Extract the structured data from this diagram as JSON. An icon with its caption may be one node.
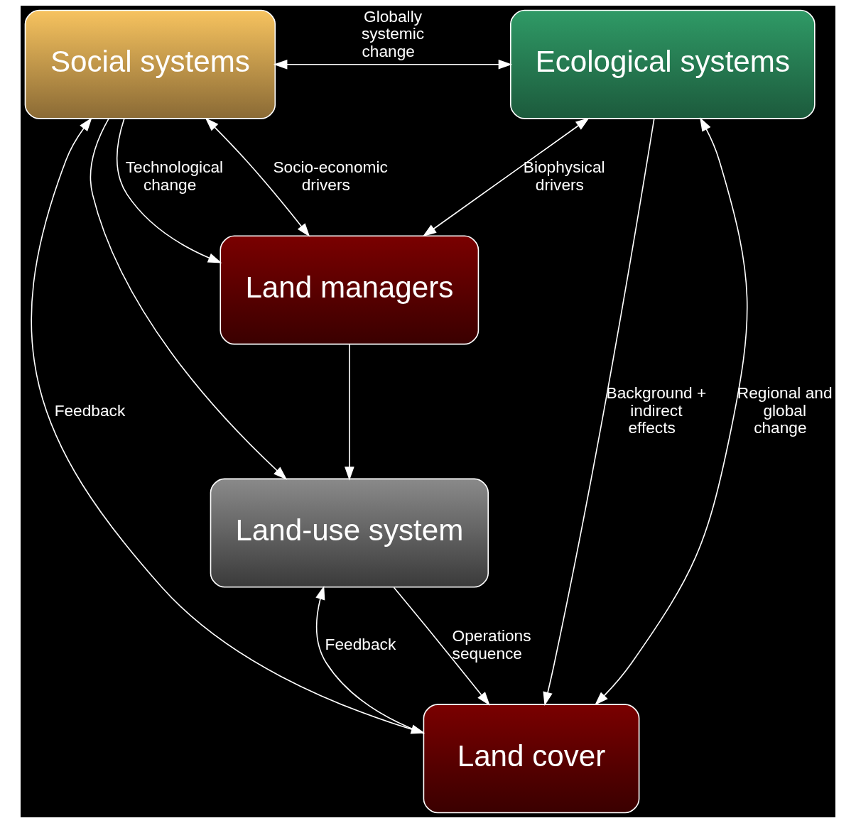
{
  "diagram": {
    "nodes": [
      {
        "text": [
          "Social systems"
        ]
      },
      {
        "text": [
          "Ecological systems"
        ]
      },
      {
        "text": [
          "Land managers"
        ]
      },
      {
        "text": [
          "Land-use system"
        ]
      },
      {
        "text": [
          "Land cover"
        ]
      }
    ],
    "edges": [
      {
        "from": 0,
        "to": 1,
        "arrow": "both",
        "label": "Globally systemic change"
      },
      {
        "from": 0,
        "to": 2,
        "arrow": "both",
        "label": "Socio-economic drivers"
      },
      {
        "from": 1,
        "to": 2,
        "arrow": "both",
        "label": "Biophysical drivers"
      },
      {
        "from": 0,
        "to": 2,
        "arrow": "to",
        "label": "Technological change"
      },
      {
        "from": 0,
        "to": 3,
        "arrow": "to"
      },
      {
        "from": 2,
        "to": 3,
        "arrow": "to"
      },
      {
        "from": 3,
        "to": 4,
        "arrow": "to",
        "label": "Operations sequence"
      },
      {
        "from": 4,
        "to": 3,
        "arrow": "to",
        "label": "Feedback"
      },
      {
        "from": 4,
        "to": 0,
        "arrow": "both",
        "label": "Feedback"
      },
      {
        "from": 1,
        "to": 4,
        "arrow": "to",
        "label": "Background + indirect effects"
      },
      {
        "from": 4,
        "to": 1,
        "arrow": "both",
        "label": "Regional and global change"
      }
    ]
  }
}
